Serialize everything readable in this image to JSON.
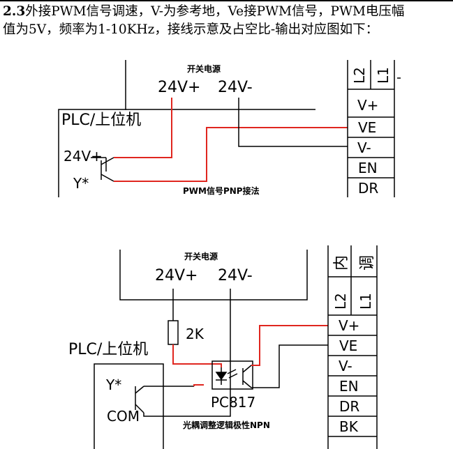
{
  "intro": {
    "section_number": "2.3",
    "line1_text": "外接PWM信号调速，V-为参考地，Ve接PWM信号，PWM电压幅",
    "line2_text": "值为5V，频率为1-10KHz，接线示意及占空比-输出对应图如下："
  },
  "diagram_pnp": {
    "power_supply_title": "开关电源",
    "supply_pos": "24V+",
    "supply_neg": "24V-",
    "plc_title": "PLC/上位机",
    "plc_pin_24v": "24V+",
    "plc_pin_y": "Y*",
    "caption": "PWM信号PNP接法",
    "terminal_top_labels": [
      "L2",
      "L1"
    ],
    "terminal_rows": [
      "V+",
      "VE",
      "V-",
      "EN",
      "DR"
    ]
  },
  "diagram_npn": {
    "power_supply_title": "开关电源",
    "supply_pos": "24V+",
    "supply_neg": "24V-",
    "resistor_label": "2K",
    "plc_title": "PLC/上位机",
    "plc_pin_y": "Y*",
    "plc_pin_com": "COM",
    "optocoupler_label": "PC817",
    "caption": "光耦调整逻辑极性NPN",
    "header_chars": [
      "内",
      "调"
    ],
    "terminal_top_labels": [
      "L2",
      "L1"
    ],
    "terminal_rows": [
      "V+",
      "VE",
      "V-",
      "EN",
      "DR",
      "BK"
    ]
  },
  "colors": {
    "wire_red": "#e0261f",
    "wire_black": "#000000"
  }
}
